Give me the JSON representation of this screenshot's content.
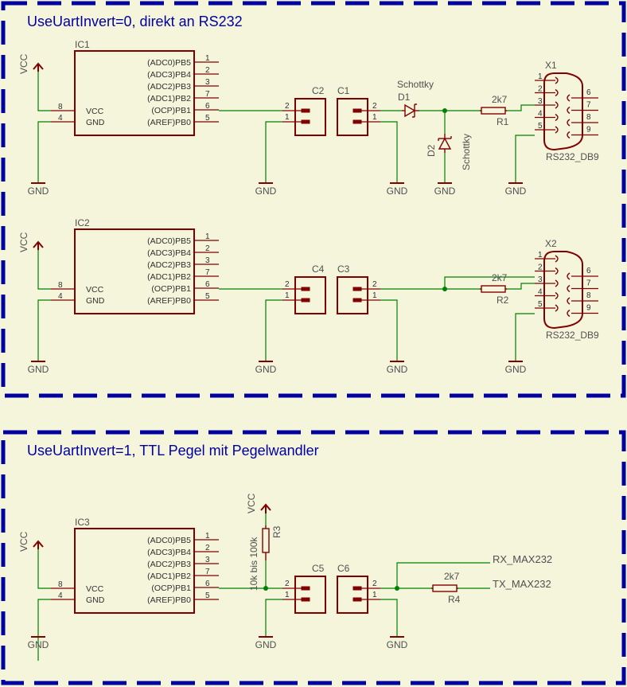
{
  "sections": [
    {
      "title": "UseUartInvert=0, direkt an RS232"
    },
    {
      "title": "UseUartInvert=1, TTL Pegel mit Pegelwandler"
    }
  ],
  "ic": {
    "names": [
      "IC1",
      "IC2",
      "IC3"
    ],
    "left_pins": [
      {
        "num": "8",
        "name": "VCC"
      },
      {
        "num": "4",
        "name": "GND"
      }
    ],
    "right_pins": [
      {
        "num": "1",
        "name": "(ADC0)PB5"
      },
      {
        "num": "2",
        "name": "(ADC3)PB4"
      },
      {
        "num": "3",
        "name": "(ADC2)PB3"
      },
      {
        "num": "7",
        "name": "(ADC1)PB2"
      },
      {
        "num": "6",
        "name": "(OCP)PB1"
      },
      {
        "num": "5",
        "name": "(AREF)PB0"
      }
    ]
  },
  "connectors": {
    "row1": [
      "C2",
      "C1"
    ],
    "row2": [
      "C4",
      "C3"
    ],
    "row3": [
      "C5",
      "C6"
    ],
    "pin_top": "2",
    "pin_bottom": "1"
  },
  "db9": {
    "names": [
      "X1",
      "X2"
    ],
    "left_pins": [
      "1",
      "2",
      "3",
      "4",
      "5"
    ],
    "right_pins": [
      "6",
      "7",
      "8",
      "9"
    ],
    "value": "RS232_DB9"
  },
  "diodes": {
    "d1": {
      "name": "D1",
      "value": "Schottky"
    },
    "d2": {
      "name": "D2",
      "value": "Schottky"
    }
  },
  "resistors": {
    "r1": {
      "name": "R1",
      "value": "2k7"
    },
    "r2": {
      "name": "R2",
      "value": "2k7"
    },
    "r3": {
      "name": "R3",
      "value": "10k bis 100k"
    },
    "r4": {
      "name": "R4",
      "value": "2k7"
    }
  },
  "power": {
    "vcc": "VCC",
    "gnd": "GND"
  },
  "nets": {
    "rx": "RX_MAX232",
    "tx": "TX_MAX232"
  },
  "colors": {
    "frame": "#0000a0",
    "wire": "#008000",
    "component": "#800000",
    "background": "#f5f5dc"
  }
}
